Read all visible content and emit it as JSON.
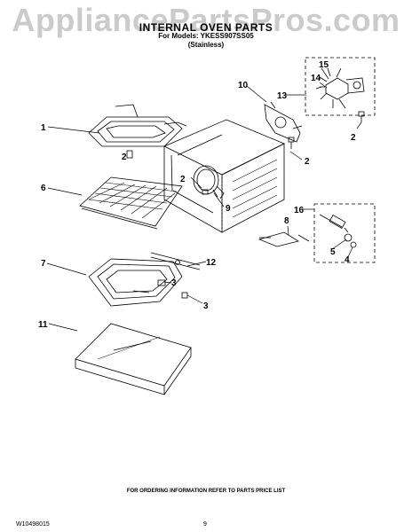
{
  "watermark": "AppliancePartsPros.com",
  "header": {
    "title": "INTERNAL OVEN PARTS",
    "models": "For Models: YKESS907SS05",
    "variant": "(Stainless)"
  },
  "callouts": [
    "1",
    "2",
    "2",
    "2",
    "2",
    "3",
    "3",
    "4",
    "5",
    "6",
    "7",
    "8",
    "9",
    "10",
    "11",
    "12",
    "13",
    "14",
    "15",
    "16"
  ],
  "footer": {
    "ordering_note": "FOR ORDERING INFORMATION REFER TO PARTS PRICE LIST",
    "doc_number": "W10498015",
    "page_number": "9"
  }
}
